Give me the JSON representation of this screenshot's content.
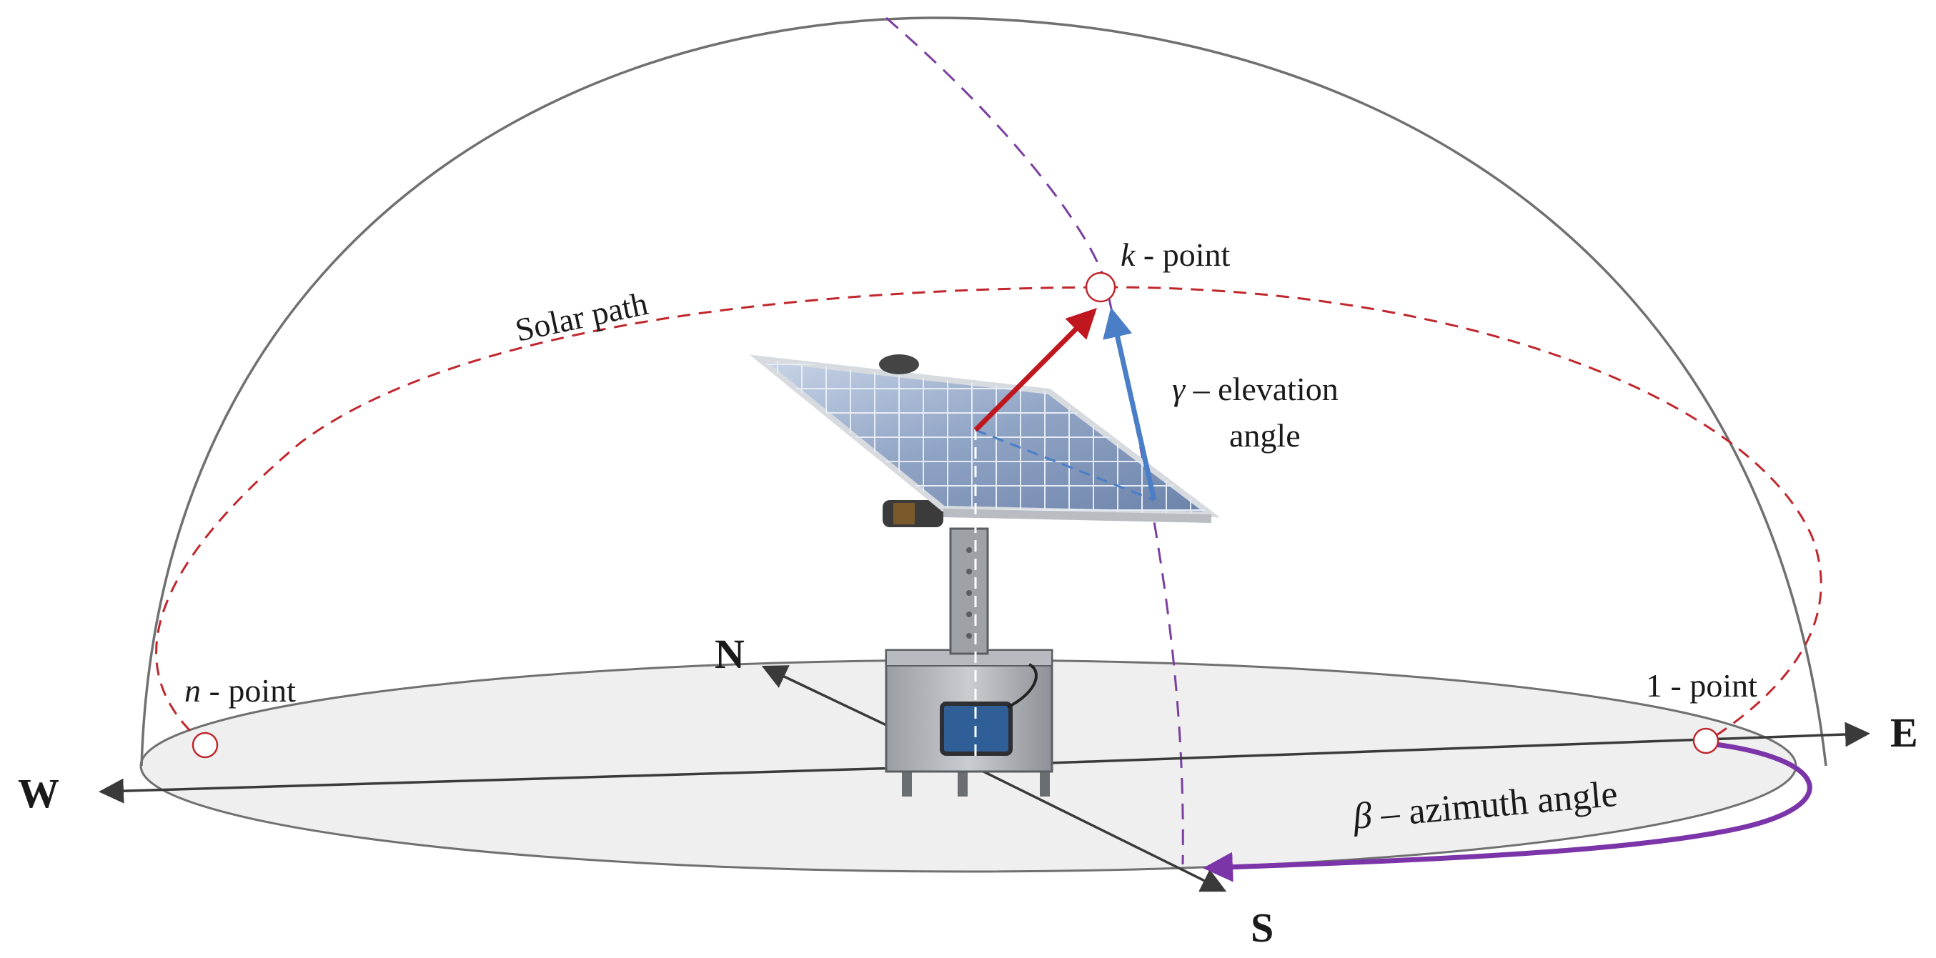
{
  "labels": {
    "solar_path": "Solar path",
    "k_point_var": "k",
    "k_point_rest": " - point",
    "n_point_var": "n",
    "n_point_rest": " - point",
    "one_point": "1 - point",
    "elevation_var": "γ",
    "elevation_rest": " – elevation",
    "elevation_line2": "angle",
    "azimuth_var": "β",
    "azimuth_rest": " – azimuth angle"
  },
  "directions": {
    "north": "N",
    "south": "S",
    "east": "E",
    "west": "W"
  },
  "colors": {
    "dome": "#707070",
    "ground_fill": "#efefef",
    "solar_path": "#c0272d",
    "meridian": "#7a3fa0",
    "sun_vector": "#c0171f",
    "elevation_vector": "#4a7fc8",
    "azimuth_arc": "#7b35a8",
    "axes": "#3a3a3a"
  }
}
